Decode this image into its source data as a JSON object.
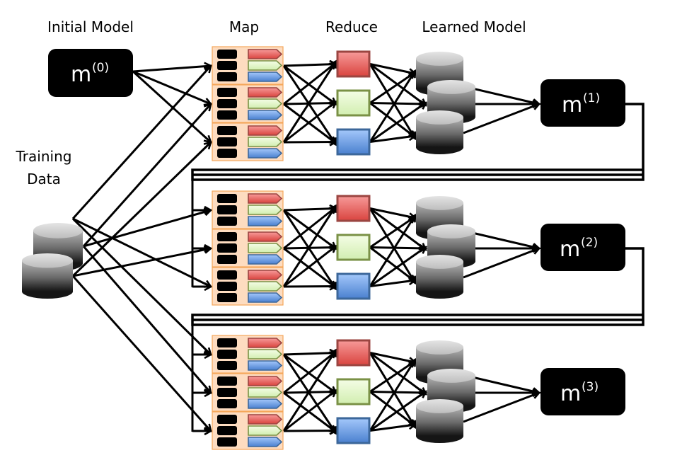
{
  "titles": {
    "initial_model": "Initial Model",
    "map": "Map",
    "reduce": "Reduce",
    "learned_model": "Learned Model",
    "training_data_line1": "Training",
    "training_data_line2": "Data"
  },
  "initial_model": {
    "base": "m",
    "superscript": "(0)"
  },
  "iterations": [
    {
      "output_model": {
        "base": "m",
        "superscript": "(1)"
      }
    },
    {
      "output_model": {
        "base": "m",
        "superscript": "(2)"
      }
    },
    {
      "output_model": {
        "base": "m",
        "superscript": "(3)"
      }
    }
  ],
  "mappers_per_iteration": 3,
  "reducers": [
    {
      "name": "red",
      "fill_top": "#f79a99",
      "fill_bottom": "#d9443f",
      "stroke": "#9b4541"
    },
    {
      "name": "green",
      "fill_top": "#f2fde0",
      "fill_bottom": "#d4efb0",
      "stroke": "#7a9146"
    },
    {
      "name": "blue",
      "fill_top": "#9ec4fb",
      "fill_bottom": "#4a80cf",
      "stroke": "#3c679a"
    }
  ],
  "colors": {
    "mapper_bg": "#fddcc0",
    "mapper_border": "#f5a75b",
    "key_block": "#000000",
    "model_box": "#000000",
    "edge": "#000000"
  }
}
